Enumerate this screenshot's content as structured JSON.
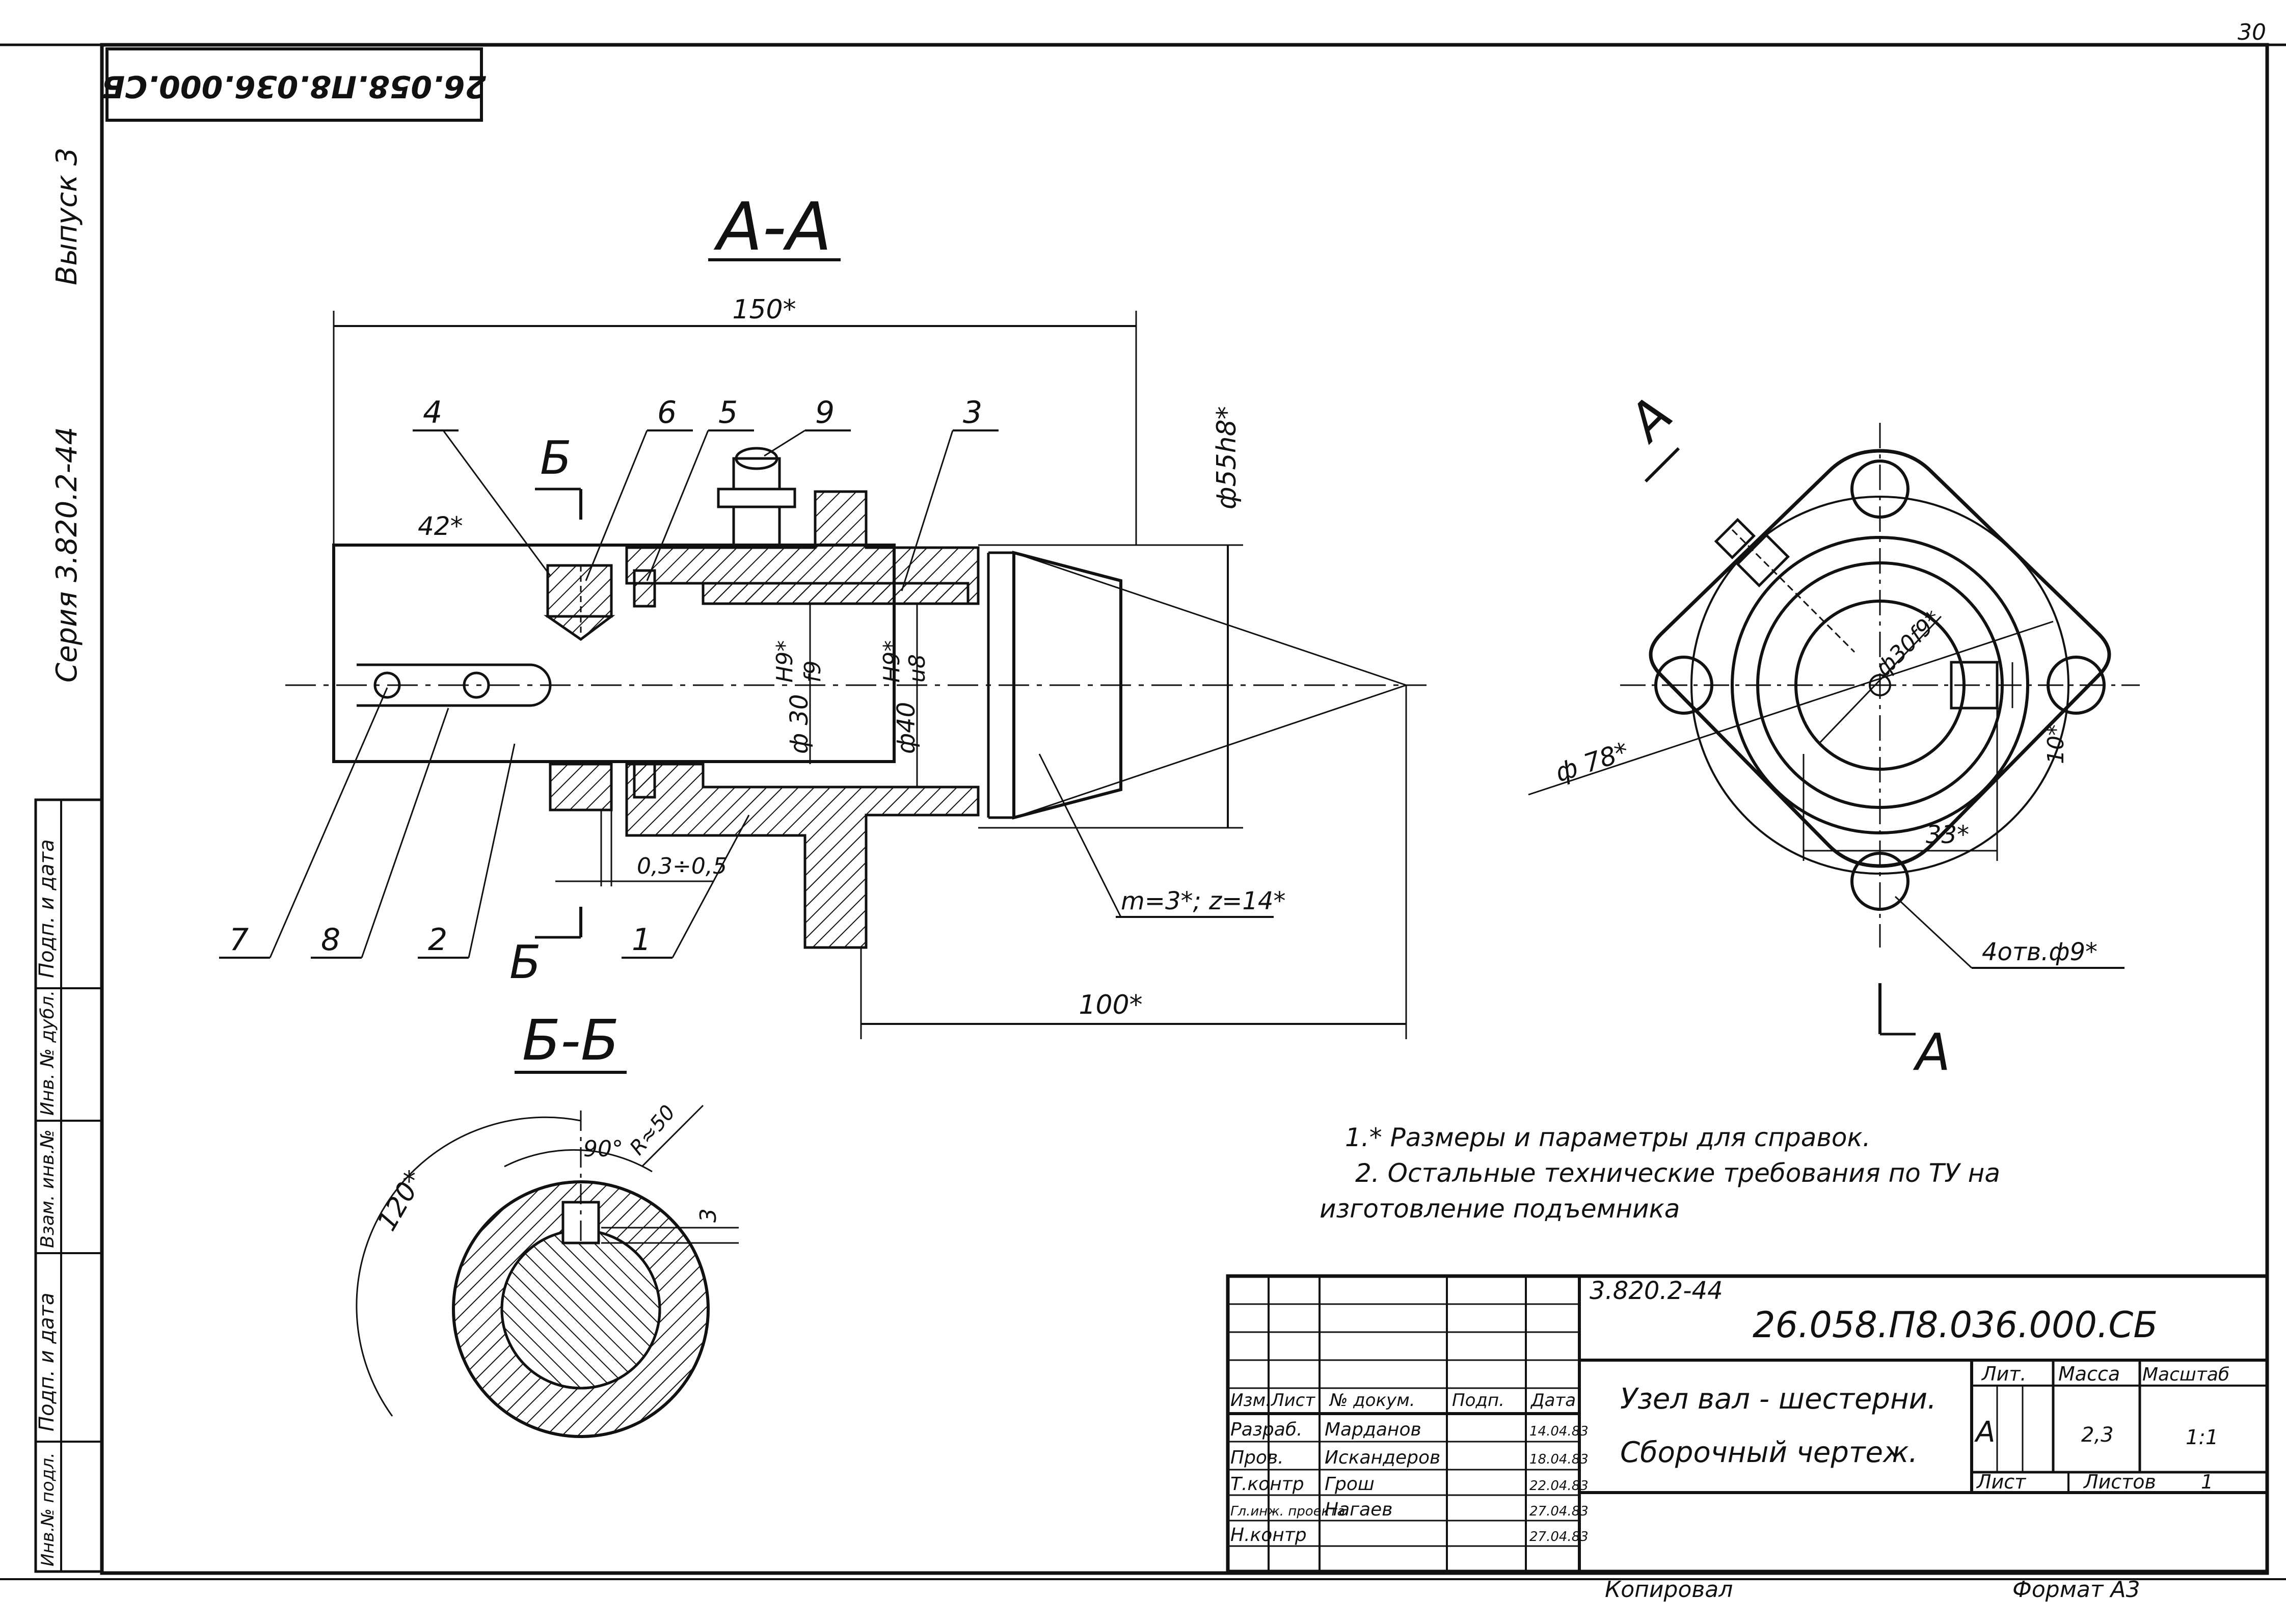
{
  "sheet": {
    "page_number": "30",
    "rotated_code": "26.058.П8.036.000.СБ",
    "side": {
      "vypusk": "Выпуск 3",
      "series": "Серия  3.820.2-44",
      "margin_labels": [
        "Подп. и дата",
        "Инв. № дубл.",
        "Взам. инв.№",
        "Подп. и дата",
        "Инв.№ подл."
      ]
    }
  },
  "section_aa": {
    "title": "А-А",
    "dims": {
      "overall": "150*",
      "left": "42*",
      "diam_outer": "ф55h8*",
      "fit1": "H9*",
      "fit1b": "f9",
      "fit2": "H9*",
      "fit2b": "u8",
      "d30": "ф 30",
      "d40": "ф40",
      "gap": "0,3÷0,5",
      "bottom": "100*",
      "gear": "m=3*; z=14*"
    },
    "cut_label": "Б",
    "cut_label2": "Б",
    "callouts": [
      "4",
      "6",
      "5",
      "9",
      "3",
      "7",
      "8",
      "2",
      "1"
    ]
  },
  "section_bb": {
    "title": "Б-Б",
    "dims": {
      "angle120": "120*",
      "angle90": "90°",
      "radius": "R≈50",
      "depth": "3"
    }
  },
  "end_view": {
    "cut_a_top": "А",
    "cut_a_bottom": "А",
    "dims": {
      "d30": "ф30f9*",
      "d78": "ф 78*",
      "h10": "10*",
      "w33": "33*",
      "holes": "4отв.ф9*"
    }
  },
  "notes": [
    "1.* Размеры и параметры для справок.",
    "2. Остальные технические требования по ТУ на",
    "изготовление подъемника"
  ],
  "title_block": {
    "series_code": "3.820.2-44",
    "doc_code": "26.058.П8.036.000.СБ",
    "name_line1": "Узел вал - шестерни.",
    "name_line2": "Сборочный чертеж.",
    "headers": {
      "izm": "Изм.",
      "list": "Лист",
      "doc": "№ докум.",
      "sign": "Подп.",
      "date": "Дата"
    },
    "rows": [
      {
        "role": "Разраб.",
        "name": "Марданов",
        "date": "14.04.83"
      },
      {
        "role": "Пров.",
        "name": "Искандеров",
        "date": "18.04.83"
      },
      {
        "role": "Т.контр",
        "name": "Грош",
        "date": "22.04.83"
      },
      {
        "role": "Гл.инж. проекта",
        "name": "Нагаев",
        "date": "27.04.83"
      },
      {
        "role": "Н.контр",
        "name": "",
        "date": "27.04.83"
      }
    ],
    "lit_label": "Лит.",
    "lit_value": "А",
    "mass_label": "Масса",
    "mass_value": "2,3",
    "scale_label": "Масштаб",
    "scale_value": "1:1",
    "sheet_label": "Лист",
    "sheets_label": "Листов",
    "sheets_value": "1"
  },
  "footer": {
    "copied": "Копировал",
    "format": "Формат А3"
  }
}
